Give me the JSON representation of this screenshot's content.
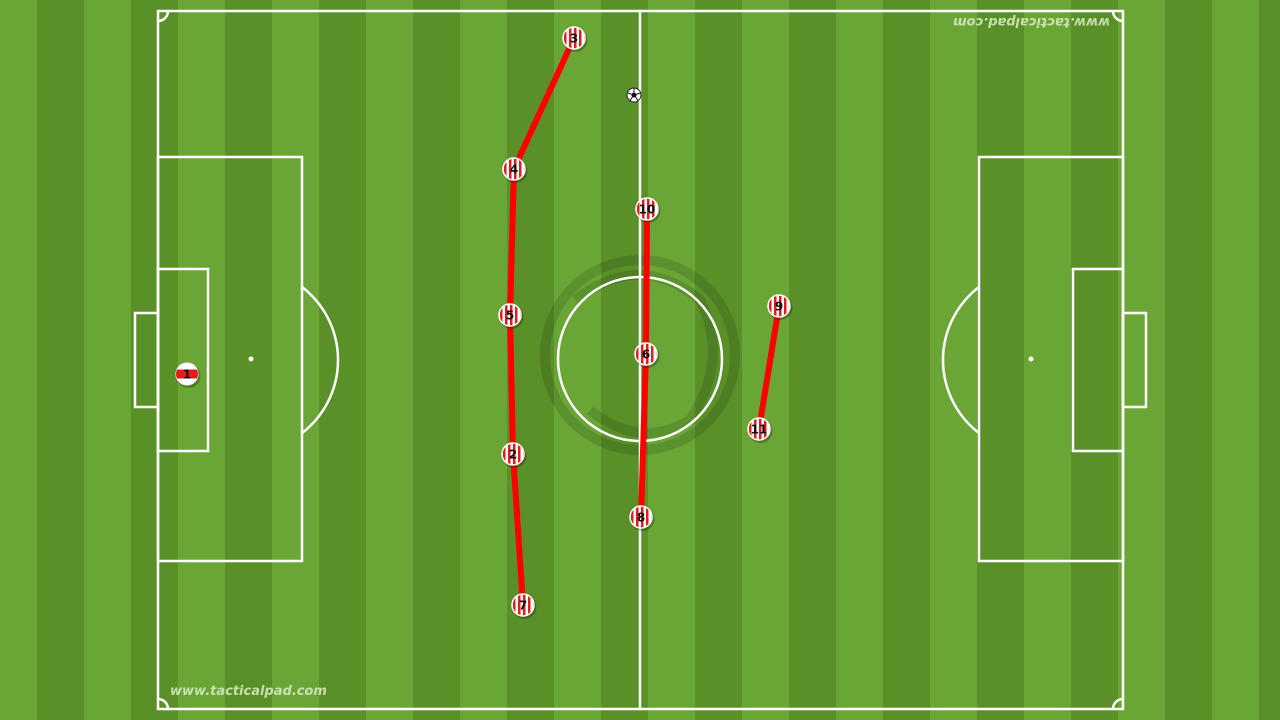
{
  "watermark_bottom": "www.tacticalpad.com",
  "watermark_top_mirrored": "www.tacticalpad.com",
  "colors": {
    "stripe_light": "#6aa636",
    "stripe_dark": "#5a9028",
    "line": "#ffffff",
    "link": "#ff0000",
    "player_stripe": "#e31b1b",
    "goalkeeper_band": "#e31b1b"
  },
  "players": [
    {
      "id": "p1",
      "number": "1",
      "role": "goalkeeper"
    },
    {
      "id": "p2",
      "number": "2",
      "role": "outfield"
    },
    {
      "id": "p3",
      "number": "3",
      "role": "outfield"
    },
    {
      "id": "p4",
      "number": "4",
      "role": "outfield"
    },
    {
      "id": "p5",
      "number": "5",
      "role": "outfield"
    },
    {
      "id": "p6",
      "number": "6",
      "role": "outfield"
    },
    {
      "id": "p7",
      "number": "7",
      "role": "outfield"
    },
    {
      "id": "p8",
      "number": "8",
      "role": "outfield"
    },
    {
      "id": "p9",
      "number": "9",
      "role": "outfield"
    },
    {
      "id": "p10",
      "number": "10",
      "role": "outfield"
    },
    {
      "id": "p11",
      "number": "11",
      "role": "outfield"
    }
  ],
  "links": [
    [
      "3",
      "4"
    ],
    [
      "4",
      "5"
    ],
    [
      "5",
      "2"
    ],
    [
      "2",
      "7"
    ],
    [
      "10",
      "6"
    ],
    [
      "6",
      "8"
    ],
    [
      "9",
      "11"
    ]
  ],
  "ball_icon": "soccer-ball-icon"
}
